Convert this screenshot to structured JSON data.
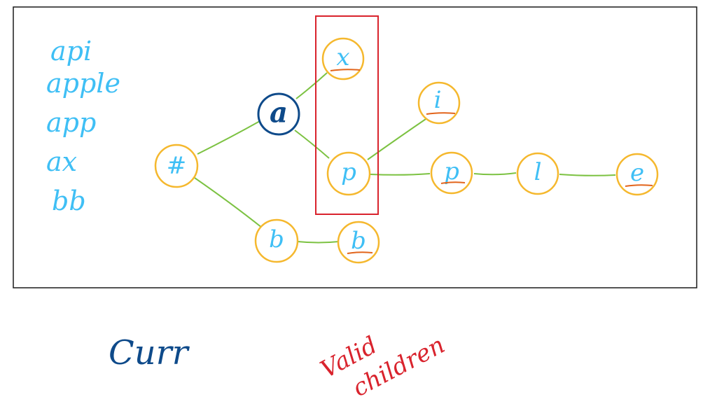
{
  "words": [
    "api",
    "apple",
    "app",
    "ax",
    "bb"
  ],
  "nodes": {
    "root": "#",
    "a": "a",
    "x": "x",
    "p1": "p",
    "i": "i",
    "p2": "p",
    "l": "l",
    "e": "e",
    "b1": "b",
    "b2": "b"
  },
  "annotations": {
    "curr": "Curr",
    "valid_line1": "Valid",
    "valid_line2": "children"
  },
  "colors": {
    "frame": "#1a1a1a",
    "edge": "#7cc242",
    "node_stroke": "#f5b82e",
    "node_text": "#3fbff5",
    "curr_stroke": "#0e4a8a",
    "highlight_box": "#d9232d",
    "end_marker": "#e2641b"
  }
}
